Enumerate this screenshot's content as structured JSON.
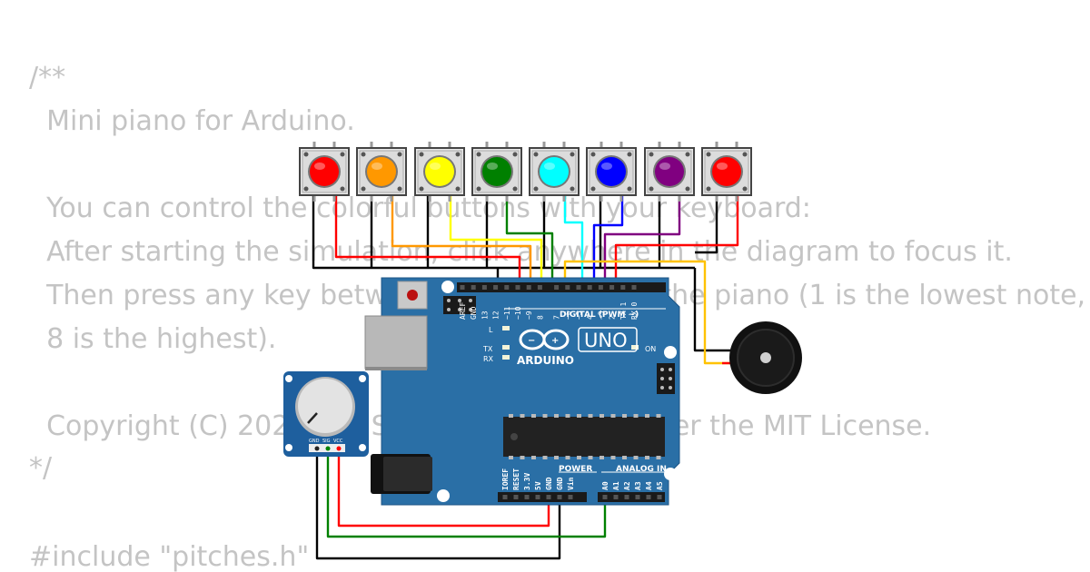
{
  "code_lines": [
    "/**",
    "  Mini piano for Arduino.",
    "",
    "  You can control the colorful buttons with your keyboard:",
    "  After starting the simulation, click anywhere in the diagram to focus it.",
    "  Then press any key between 1 and 8 to play the piano (1 is the lowest note,",
    "  8 is the highest).",
    "",
    "  Copyright (C) 2021, Uri Shaked. Released under the MIT License.",
    "*/",
    "",
    "#include \"pitches.h\""
  ],
  "buttons": [
    {
      "name": "red",
      "color": "#ff0000"
    },
    {
      "name": "orange",
      "color": "#ff9800"
    },
    {
      "name": "yellow",
      "color": "#ffff00"
    },
    {
      "name": "green",
      "color": "#008000"
    },
    {
      "name": "cyan",
      "color": "#00ffff"
    },
    {
      "name": "blue",
      "color": "#0000ff"
    },
    {
      "name": "purple",
      "color": "#800080"
    },
    {
      "name": "red",
      "color": "#ff0000"
    }
  ],
  "arduino": {
    "board_color": "#2a6fa6",
    "logo_text": "ARDUINO",
    "model_text": "UNO",
    "digital_header_label": "DIGITAL (PWM ~)",
    "digital_pins": [
      "AREF",
      "GND",
      "13",
      "12",
      "~11",
      "~10",
      "~9",
      "8",
      "7",
      "~6",
      "~5",
      "4",
      "~3",
      "2",
      "TX 1",
      "RX 0"
    ],
    "led_l": "L",
    "led_tx": "TX",
    "led_rx": "RX",
    "led_on": "ON",
    "power_label": "POWER",
    "analog_label": "ANALOG IN",
    "power_pins": [
      "IOREF",
      "RESET",
      "3.3V",
      "5V",
      "GND",
      "GND",
      "Vin"
    ],
    "analog_pins": [
      "A0",
      "A1",
      "A2",
      "A3",
      "A4",
      "A5"
    ]
  },
  "potentiometer": {
    "pins": [
      "GND",
      "SIG",
      "VCC"
    ]
  },
  "wire_colors": {
    "black": "#000000",
    "red": "#ff0000",
    "orange": "#ff9800",
    "yellow": "#ffff00",
    "green": "#008000",
    "cyan": "#00ffff",
    "blue": "#0000ff",
    "purple": "#800080",
    "buzzer_signal": "#ffc200"
  }
}
